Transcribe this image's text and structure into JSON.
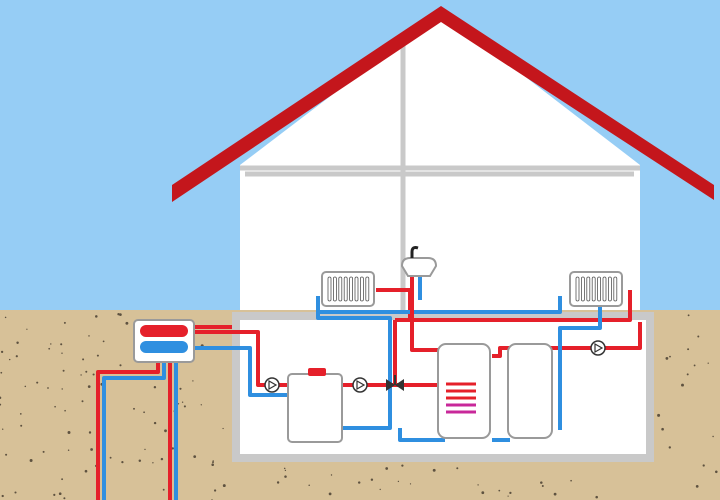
{
  "colors": {
    "sky": "#96cdf5",
    "ground": "#d7c198",
    "ground_speckle": "#5e5240",
    "roof": "#c4161c",
    "wall": "#ffffff",
    "wall_outline": "#c9c9c9",
    "hot_pipe": "#e5202a",
    "cold_pipe": "#2f8fe0",
    "appliance": "#ffffff",
    "appliance_outline": "#9a9a9a",
    "coil": "#c8289a"
  },
  "components": [
    {
      "key": "ground-heat-collector",
      "icon": "ground-loop-icon"
    },
    {
      "key": "heat-pump",
      "icon": "heat-pump-icon"
    },
    {
      "key": "circulation-pump-1",
      "icon": "pump-icon"
    },
    {
      "key": "circulation-pump-2",
      "icon": "pump-icon"
    },
    {
      "key": "circulation-pump-3",
      "icon": "pump-icon"
    },
    {
      "key": "three-way-valve",
      "icon": "valve-icon"
    },
    {
      "key": "hot-water-cylinder",
      "icon": "cylinder-icon"
    },
    {
      "key": "buffer-tank",
      "icon": "tank-icon"
    },
    {
      "key": "radiator-left",
      "icon": "radiator-icon"
    },
    {
      "key": "radiator-right",
      "icon": "radiator-icon"
    },
    {
      "key": "sink-tap",
      "icon": "tap-icon"
    },
    {
      "key": "manifold",
      "icon": "manifold-icon"
    }
  ]
}
